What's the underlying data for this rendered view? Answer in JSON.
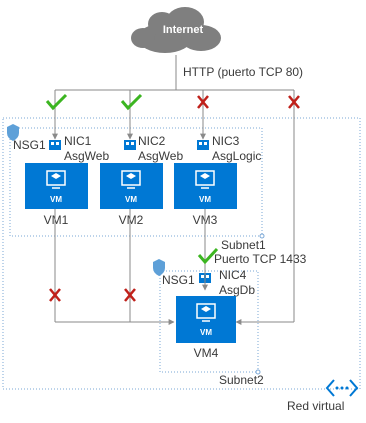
{
  "internet": {
    "label": "Internet"
  },
  "protocol": {
    "label": "HTTP (puerto TCP 80)"
  },
  "nsg_top": {
    "label": "NSG1"
  },
  "nsg_bottom": {
    "label": "NSG1"
  },
  "nics": [
    {
      "nic": "NIC1",
      "asg": "AsgWeb",
      "vm_name": "VM1",
      "vm_badge": "VM",
      "internet_access": "allowed"
    },
    {
      "nic": "NIC2",
      "asg": "AsgWeb",
      "vm_name": "VM2",
      "vm_badge": "VM",
      "internet_access": "allowed"
    },
    {
      "nic": "NIC3",
      "asg": "AsgLogic",
      "vm_name": "VM3",
      "vm_badge": "VM",
      "internet_access": "denied"
    }
  ],
  "db": {
    "nic": "NIC4",
    "asg": "AsgDb",
    "vm_name": "VM4",
    "vm_badge": "VM"
  },
  "subnet1": {
    "label": "Subnet1"
  },
  "port_1433": {
    "label": "Puerto TCP 1433"
  },
  "subnet2": {
    "label": "Subnet2"
  },
  "vnet": {
    "label": "Red virtual"
  },
  "colors": {
    "allow": "#3cb521",
    "deny": "#c0201a",
    "vm": "#0078d4",
    "line": "#8a8a8a",
    "border": "#7aa7d6"
  }
}
